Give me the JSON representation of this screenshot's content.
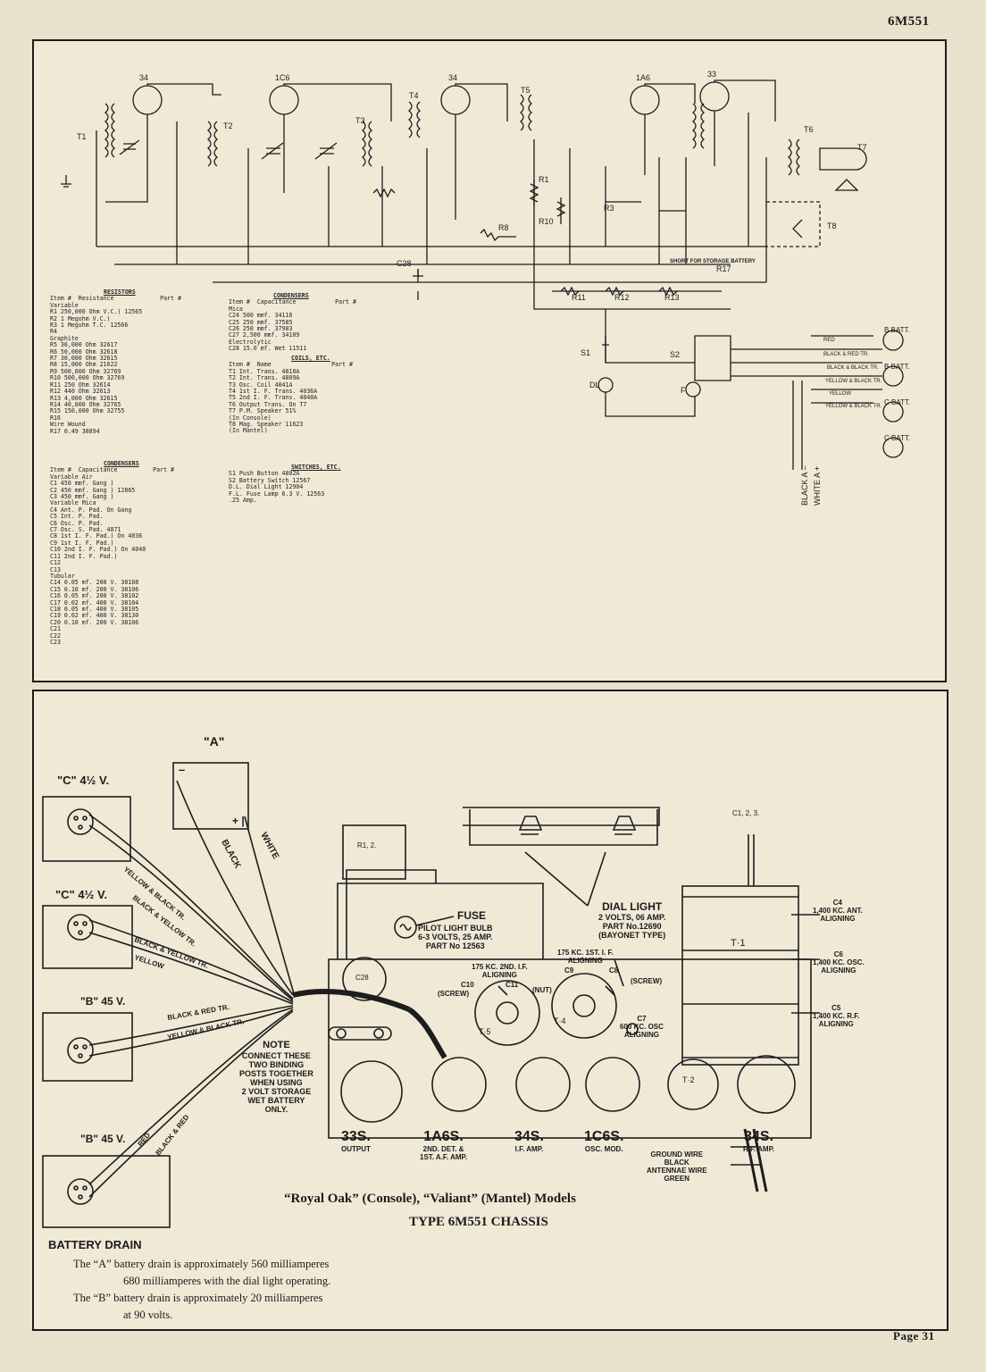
{
  "page_header": "6M551",
  "page_footer": "Page  31",
  "schematic": {
    "tube_labels": [
      "34",
      "1C6",
      "34",
      "1A6",
      "33"
    ],
    "coil_labels": [
      "T1",
      "T2",
      "T3",
      "T4",
      "T5",
      "T6",
      "T7",
      "T8"
    ],
    "misc_labels": [
      "C28",
      "R8",
      "R10",
      "R1",
      "R3",
      "R11",
      "R12",
      "R13",
      "R17",
      "S1",
      "S2",
      "DL",
      "F"
    ],
    "storage_note": "SHORT FOR STORAGE BATTERY",
    "batt_labels": [
      "B BATT.",
      "B BATT.",
      "C BATT.",
      "C BATT."
    ],
    "wire_labels": [
      "RED",
      "BLACK & RED TR.",
      "BLACK & BLACK TR.",
      "YELLOW & BLACK TR.",
      "YELLOW",
      "YELLOW & BLACK TR."
    ],
    "a_leads": [
      "BLACK  A –",
      "WHITE  A +"
    ]
  },
  "parts_resistors": {
    "title": "RESISTORS",
    "col_headers": [
      "Item #",
      "Resistance",
      "Part #"
    ],
    "rows": [
      "Variable",
      "R1   250,000 Ohm V.C.)   12565",
      "R2   1 Megohm   V.C.)",
      "R3   1 Megohm   T.C.    12566",
      "R4",
      "Graphite",
      "R5   36,000 Ohm          32617",
      "R6   50,000 Ohm          32618",
      "R7   30,000 Ohm          32615",
      "R8   15,000 Ohm          21622",
      "R9   500,000 Ohm         32769",
      "R10  500,000 Ohm         32769",
      "R11  250 Ohm             32614",
      "R12  440 Ohm             32613",
      "R13  4,000 Ohm           32615",
      "R14  40,000 Ohm          32765",
      "R15  150,000 Ohm         32755",
      "R16",
      "Wire Wound",
      "R17  0.49                38894"
    ]
  },
  "parts_condensers_top": {
    "title": "CONDENSERS",
    "col_headers": [
      "Item #",
      "Capacitance",
      "Part #"
    ],
    "rows": [
      "Mica",
      "C24   500 mmf.      34116",
      "C25   250 mmf.      37585",
      "C26   250 mmf.      37903",
      "C27   2,500 mmf.    34109",
      "Electrolytic",
      "C28   15.0 mf. Wet  11511"
    ]
  },
  "parts_coils": {
    "title": "COILS, ETC.",
    "col_headers": [
      "Item #",
      "Name",
      "Part #"
    ],
    "rows": [
      "T1   Int. Trans.           4810A",
      "T2   Int. Trans.           4809A",
      "T3   Osc. Coil             4041A",
      "T4   1st I. F. Trans.      4036A",
      "T5   2nd I. F. Trans.      4040A",
      "T6   Output Trans.         On T7",
      "T7   P.M. Speaker          51%",
      "     (In Console)",
      "T8   Mag. Speaker          11623",
      "     (In Mantel)"
    ]
  },
  "parts_switches": {
    "title": "SWITCHES, ETC.",
    "rows": [
      "S1   Push Button           4802A",
      "S2   Battery Switch        12567",
      "D.L. Dial Light            12904",
      "F.L. Fuse Lamp 6.3 V.      12563",
      "     .25 Amp."
    ]
  },
  "parts_condensers": {
    "title": "CONDENSERS",
    "col_headers": [
      "Item #",
      "Capacitance",
      "Part #"
    ],
    "rows": [
      "Variable Air",
      "C1   450 mmf. Gang )",
      "C2   450 mmf. Gang )    12865",
      "C3   450 mmf. Gang )",
      "Variable Mica",
      "C4   Ant. P. Pad.       On Gang",
      "C5   Int. P. Pad.",
      "C6   Osc. P. Pad.",
      "C7   Osc. S. Pad.       4871",
      "C8   1st I. F. Pad.)    On 4036",
      "C9   1st I. F. Pad.)",
      "C10  2nd I. F. Pad.)    On 4040",
      "C11  2nd I. F. Pad.)",
      "C12",
      "C13",
      "Tubular",
      "C14  0.05 mf. 200 V.    38108",
      "C15  0.10 mf. 200 V.    38106",
      "C16  0.05 mf. 200 V.    38102",
      "C17  0.02 mf. 400 V.    38104",
      "C18  0.05 mf. 400 V.    38105",
      "C19  0.02 mf. 400 V.    38130",
      "C20  0.10 mf. 200 V.    38106",
      "C21",
      "C22",
      "C23"
    ]
  },
  "layout": {
    "batteries": {
      "a": "\"A\"",
      "c1": "\"C\" 4½ V.",
      "c2": "\"C\" 4½ V.",
      "b1": "\"B\" 45 V.",
      "b2": "\"B\" 45 V.",
      "a_minus": "–",
      "a_plus": "+ |"
    },
    "wires": [
      "BLACK",
      "WHITE",
      "YELLOW & BLACK TR.",
      "BLACK & YELLOW TR.",
      "BLACK & YELLOW TR.",
      "YELLOW",
      "BLACK & RED TR.",
      "YELLOW & BLACK TR.",
      "RED",
      "BLACK & RED"
    ],
    "r12": "R1, 2.",
    "c123": "C1, 2, 3.",
    "t1": "T·1",
    "t2": "T·2",
    "t4": "T·4",
    "t5": "T·5",
    "c28": "C28",
    "fuse": "FUSE",
    "pilot": [
      "PILOT LIGHT BULB",
      "6-3 VOLTS, 25 AMP.",
      "PART No 12563"
    ],
    "dial": [
      "DIAL LIGHT",
      "2 VOLTS, 06 AMP.",
      "PART No.12690",
      "(BAYONET TYPE)"
    ],
    "align_2nd": [
      "175 KC. 2ND. I.F.",
      "ALIGNING"
    ],
    "align_1st": [
      "175 KC. 1ST. I. F.",
      "ALIGNING"
    ],
    "c10_c11": [
      "C10",
      "C11",
      "C9",
      "C8"
    ],
    "screw_l": "(SCREW)",
    "nut": "(NUT)",
    "screw_r": "(SCREW)",
    "c7": [
      "C7",
      "600 KC. OSC",
      "ALIGNING"
    ],
    "c4": [
      "C4",
      "1,400 KC. ANT.",
      "ALIGNING"
    ],
    "c6": [
      "C6",
      "1,400 KC. OSC.",
      "ALIGNING"
    ],
    "c5": [
      "C5",
      "1,400 KC. R.F.",
      "ALIGNING"
    ],
    "note": [
      "NOTE",
      "CONNECT THESE",
      "TWO BINDING",
      "POSTS TOGETHER",
      "WHEN USING",
      "2 VOLT STORAGE",
      "WET BATTERY",
      "ONLY."
    ],
    "tubes": [
      {
        "name": "33S.",
        "func": "OUTPUT"
      },
      {
        "name": "1A6S.",
        "func": "2ND. DET. &\n1ST. A.F. AMP."
      },
      {
        "name": "34S.",
        "func": "I.F. AMP."
      },
      {
        "name": "1C6S.",
        "func": "OSC. MOD."
      },
      {
        "name": "34S.",
        "func": "R.F. AMP."
      }
    ],
    "ground": [
      "GROUND WIRE",
      "BLACK",
      "ANTENNAE WIRE",
      "GREEN"
    ]
  },
  "caption": {
    "line1": "“Royal Oak” (Console), “Valiant” (Mantel) Models",
    "line2": "TYPE 6M551 CHASSIS"
  },
  "battery_drain": {
    "title": "BATTERY DRAIN",
    "lines": [
      "The “A” battery drain is approximately 560 milliamperes",
      "680 milliamperes with the dial light operating.",
      "The “B” battery drain is approximately 20 milliamperes",
      "at 90 volts."
    ]
  }
}
